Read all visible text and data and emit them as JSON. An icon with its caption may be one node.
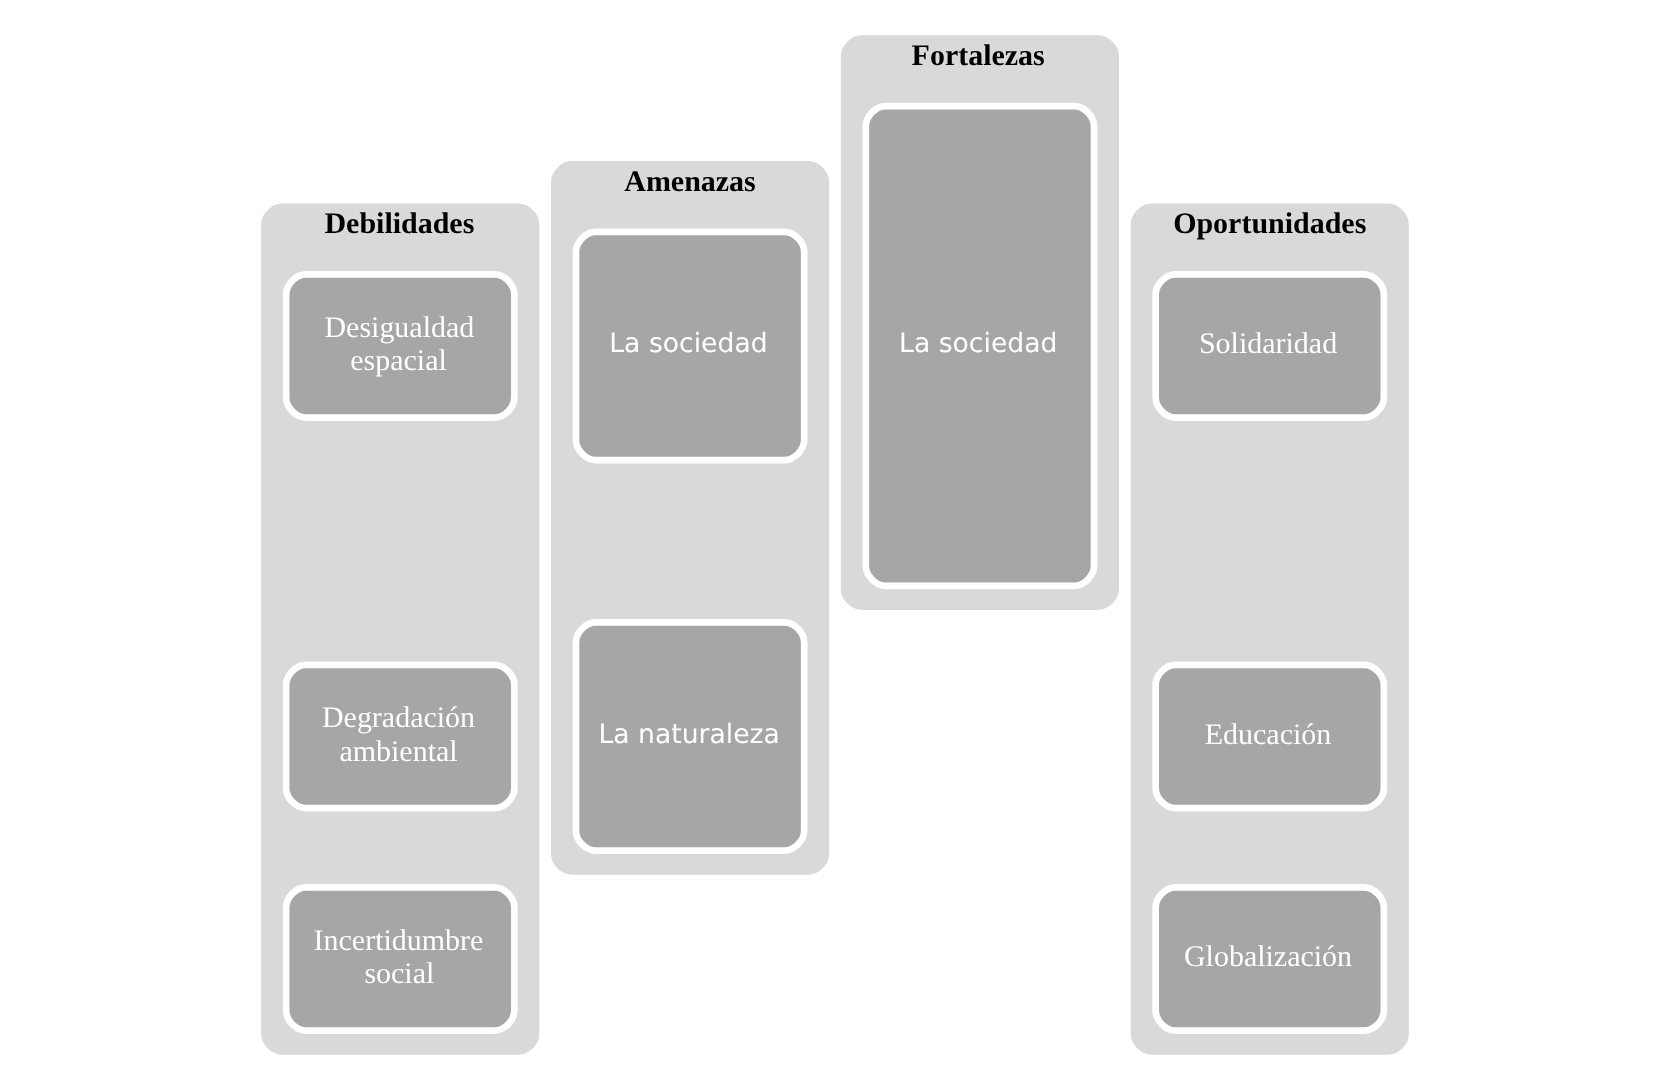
{
  "diagram": {
    "nodes": [
      {
        "text": [
          "Debilidades"
        ]
      },
      {
        "text": [
          "Desigualdad espacial"
        ],
        "in": 0
      },
      {
        "text": [
          "Degradación ambiental"
        ],
        "in": 0
      },
      {
        "text": [
          "Incertidumbre social"
        ],
        "in": 0
      },
      {
        "text": [
          "Amenazas"
        ]
      },
      {
        "text": [
          "La sociedad"
        ],
        "in": 4
      },
      {
        "text": [
          "La naturaleza"
        ],
        "in": 4
      },
      {
        "text": [
          "Fortalezas"
        ]
      },
      {
        "text": [
          "La sociedad"
        ],
        "in": 7
      },
      {
        "text": [
          "Oportunidades"
        ]
      },
      {
        "text": [
          "Solidaridad"
        ],
        "in": 9
      },
      {
        "text": [
          "Educación"
        ],
        "in": 9
      },
      {
        "text": [
          "Globalización"
        ],
        "in": 9
      }
    ],
    "edges": []
  }
}
